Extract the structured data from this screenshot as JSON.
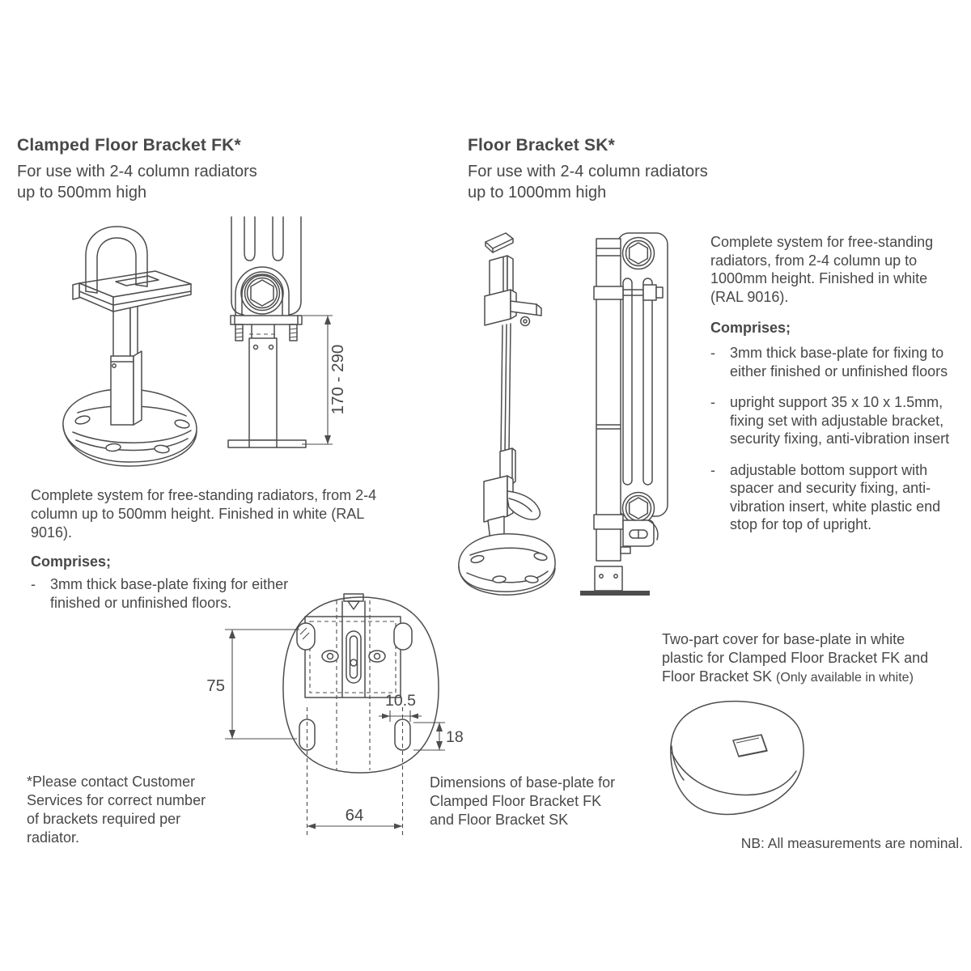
{
  "bullet_marker": "-",
  "fk_section": {
    "title": "Clamped Floor Bracket FK*",
    "subtitle_line1": "For use with 2-4 column radiators",
    "subtitle_line2": "up to 500mm high",
    "description": "Complete system for free-standing radiators, from 2-4 column up to 500mm height. Finished in white (RAL 9016).",
    "comprises_heading": "Comprises;",
    "bullets": [
      "3mm thick base-plate fixing for either finished or unfinished floors."
    ],
    "height_dimension": "170 - 290"
  },
  "sk_section": {
    "title": "Floor Bracket SK*",
    "subtitle_line1": "For use with 2-4 column radiators",
    "subtitle_line2": "up to 1000mm high",
    "description": "Complete system for free-standing radiators, from 2-4 column up to 1000mm height. Finished in white (RAL 9016).",
    "comprises_heading": "Comprises;",
    "bullets": [
      "3mm thick base-plate for fixing to either finished or unfinished floors",
      "upright support 35 x 10 x 1.5mm, fixing set with adjustable bracket, security fixing, anti-vibration insert",
      "adjustable bottom support with spacer and security fixing, anti-vibration insert, white plastic end stop for top of upright."
    ]
  },
  "base_plate_diagram": {
    "dim_height_left": "75",
    "dim_offset_top": "10.5",
    "dim_slot_height": "18",
    "dim_width_bottom": "64",
    "caption": "Dimensions of base-plate for Clamped Floor Bracket FK and Floor Bracket SK"
  },
  "cover_note": {
    "main": "Two-part cover for base-plate in white plastic for Clamped Floor Bracket FK and Floor Bracket SK ",
    "small": "(Only available in white)"
  },
  "footnote": "*Please contact Customer Services for correct number of brackets required per radiator.",
  "nb_note": "NB: All measurements are nominal.",
  "colors": {
    "ink": "#484848",
    "line": "#4d4d4d",
    "background": "#ffffff"
  }
}
